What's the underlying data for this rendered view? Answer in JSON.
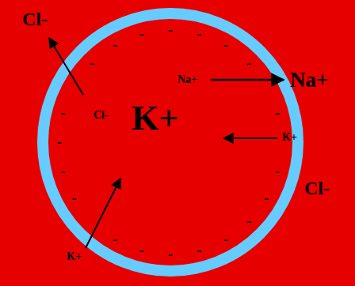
{
  "diagram": {
    "labels": [
      "Cl-",
      "Na+",
      "Na+",
      "Cl-",
      "K+",
      "K+",
      "Cl-",
      "K+",
      "-",
      "-",
      "-",
      "-",
      "-",
      "-",
      "-",
      "-",
      "-",
      "-",
      "-",
      "-",
      "-",
      "-",
      "-",
      "-",
      "-",
      "-",
      "-",
      "-"
    ]
  }
}
